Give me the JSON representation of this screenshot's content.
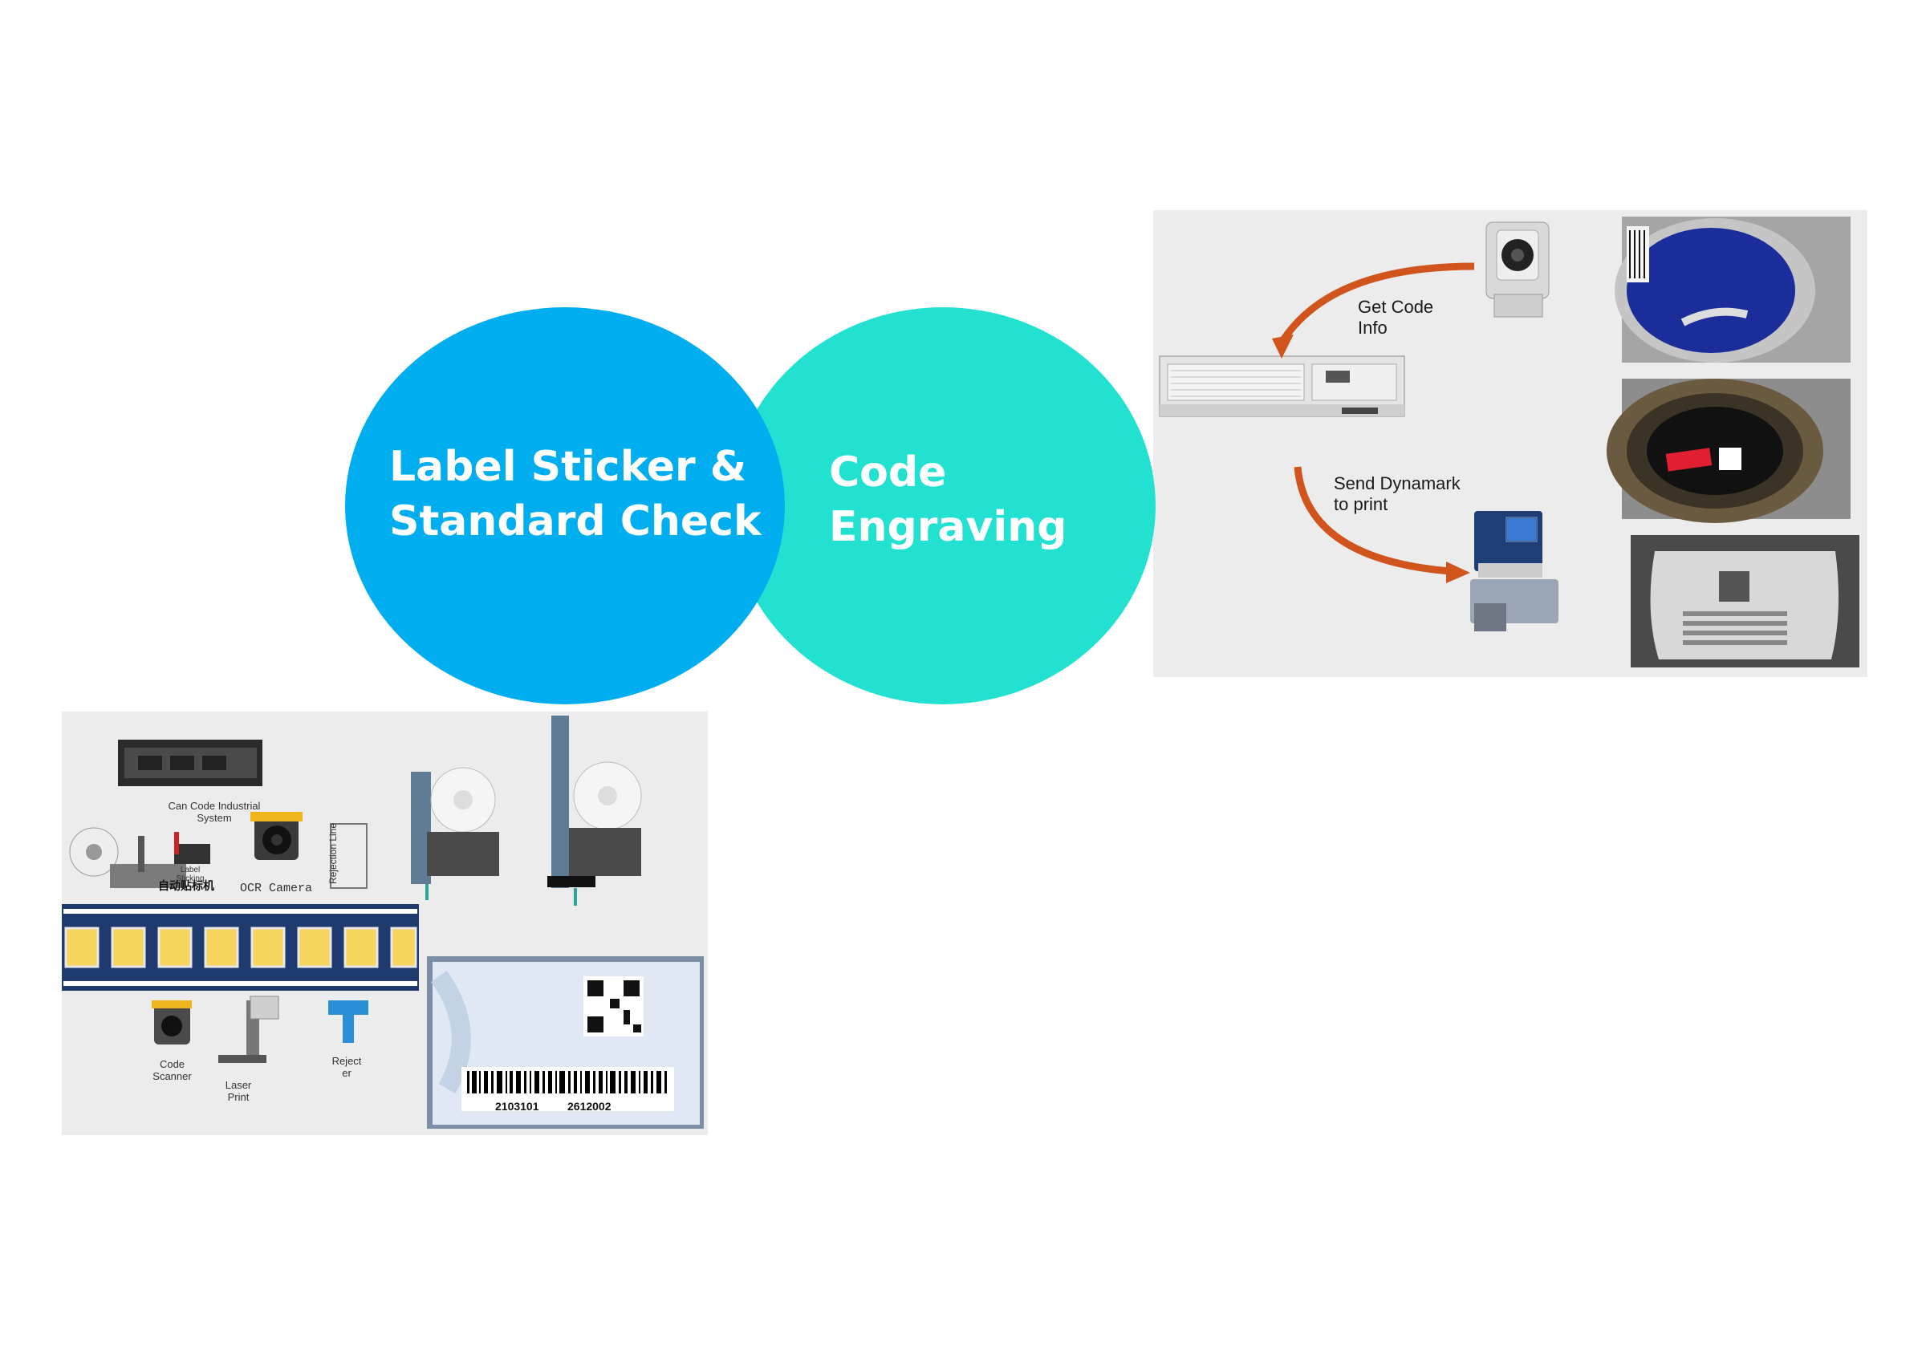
{
  "diagram": {
    "circle_left": {
      "title": "Label Sticker &\nStandard Check",
      "color": "#00aeef"
    },
    "circle_right": {
      "title": "Code\nEngraving",
      "color": "#23e1d1"
    }
  },
  "engraving_panel": {
    "get_code_label": "Get Code\nInfo",
    "send_label": "Send Dynamark\nto print",
    "arrow_color": "#d0541c"
  },
  "label_panel": {
    "system_label": "Can Code Industrial\nSystem",
    "label_sticking_label": "Label\nSticking",
    "chinese_label": "自动贴标机",
    "ocr_label": "OCR Camera",
    "rejection_label": "Rejection Line",
    "code_scanner_label": "Code\nScanner",
    "laser_print_label": "Laser\nPrint",
    "rejecter_label": "Reject\ner",
    "barcode_number_1": "2103101",
    "barcode_number_2": "2612002",
    "conveyor_color": "#1f3a6e"
  }
}
